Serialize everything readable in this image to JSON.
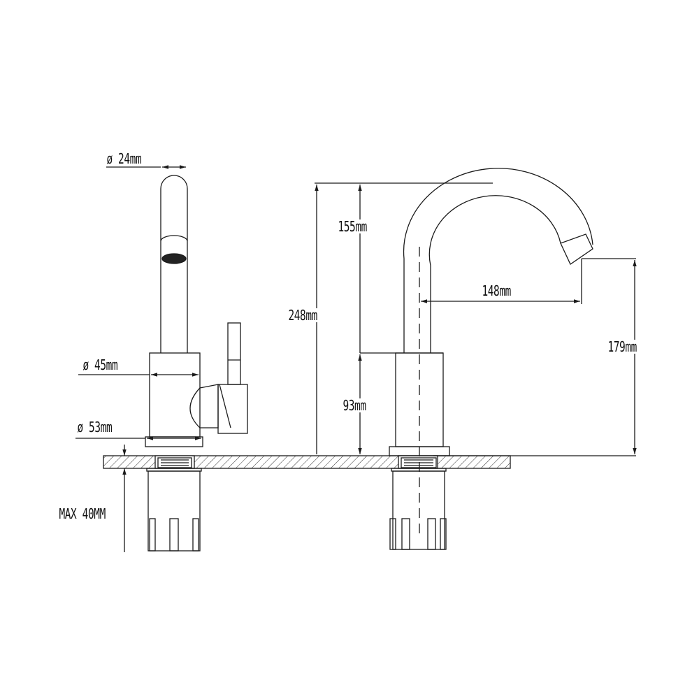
{
  "diagram": {
    "title": "Faucet dimensional drawing",
    "views": [
      "side-view",
      "front-view"
    ],
    "colors": {
      "line": "#1a1a1a",
      "background": "#ffffff",
      "hatch": "#333333"
    },
    "labels": {
      "spout_diameter": "ø 24mm",
      "body_diameter": "ø 45mm",
      "base_diameter": "ø 53mm",
      "max_deck_thickness": "MAX 40MM",
      "spout_height_upper": "155mm",
      "total_height": "248mm",
      "spout_reach": "148mm",
      "outlet_height": "179mm",
      "body_height": "93mm"
    }
  }
}
